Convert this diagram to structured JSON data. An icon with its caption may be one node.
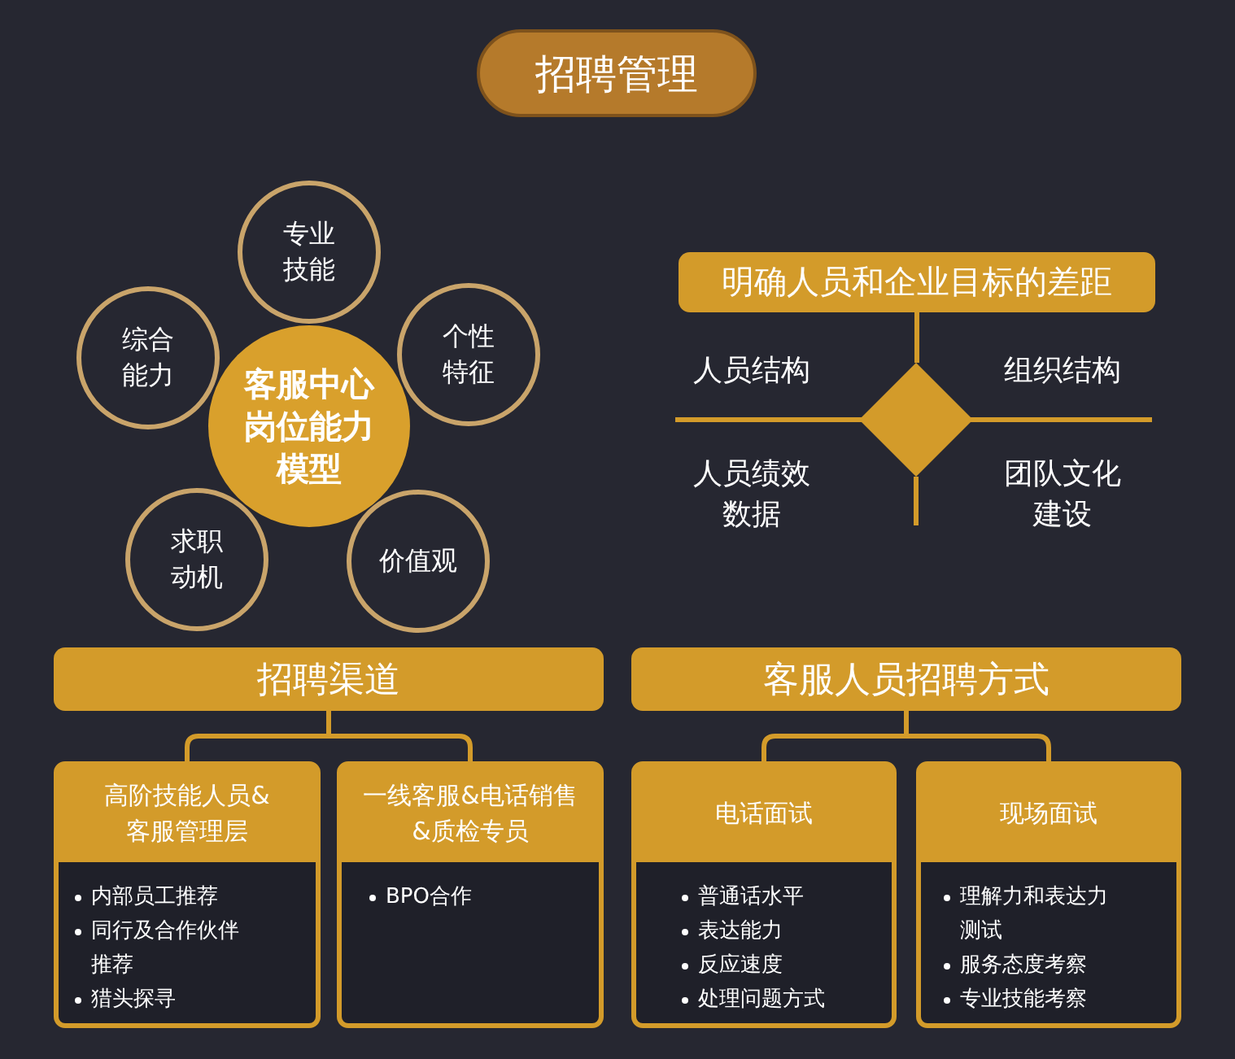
{
  "diagram": {
    "title": "招聘管理",
    "nodes": [
      {
        "text": [
          "客服中心岗位能力模型"
        ]
      },
      {
        "text": [
          "专业技能"
        ]
      },
      {
        "text": [
          "个性特征"
        ]
      },
      {
        "text": [
          "价值观"
        ]
      },
      {
        "text": [
          "求职动机"
        ]
      },
      {
        "text": [
          "综合能力"
        ]
      },
      {
        "text": [
          "明确人员和企业目标的差距"
        ]
      },
      {
        "text": [],
        "shape": "diamond"
      },
      {
        "text": [
          "招聘渠道"
        ]
      },
      {
        "text": [
          "高阶技能人员&客服管理层",
          "内部员工推荐",
          "同行及合作伙伴推荐",
          "猎头探寻"
        ]
      },
      {
        "text": [
          "一线客服&电话销售&质检专员",
          "BPO合作"
        ]
      },
      {
        "text": [
          "客服人员招聘方式"
        ]
      },
      {
        "text": [
          "电话面试",
          "普通话水平",
          "表达能力",
          "反应速度",
          "处理问题方式"
        ]
      },
      {
        "text": [
          "现场面试",
          "理解力和表达力测试",
          "服务态度考察",
          "专业技能考察"
        ]
      }
    ],
    "edges": [
      {
        "from": 6,
        "to": 7,
        "arrow": "none"
      },
      {
        "from": 8,
        "to": 9,
        "arrow": "none"
      },
      {
        "from": 8,
        "to": 10,
        "arrow": "none"
      },
      {
        "from": 11,
        "to": 12,
        "arrow": "none"
      },
      {
        "from": 11,
        "to": 13,
        "arrow": "none"
      }
    ],
    "labels": [
      "人员结构",
      "组织结构",
      "人员绩效数据",
      "团队文化建设"
    ]
  }
}
